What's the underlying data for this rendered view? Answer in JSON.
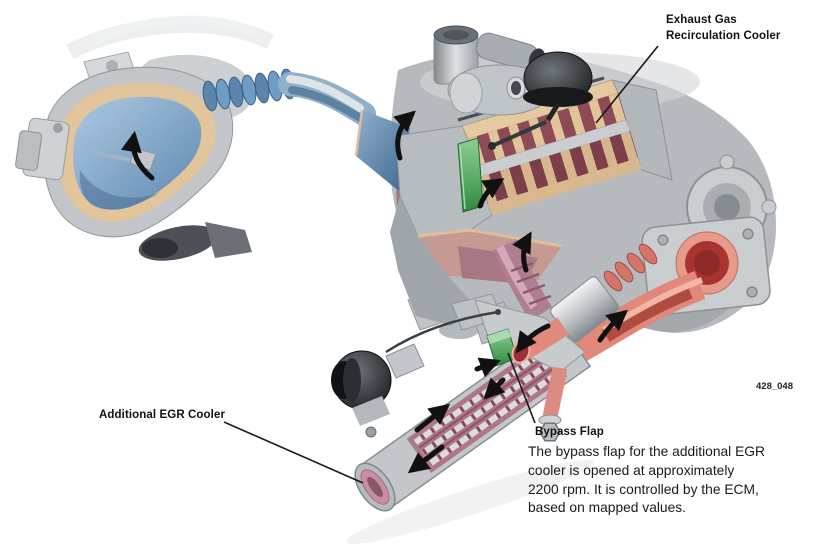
{
  "figure": {
    "ref": "428_048"
  },
  "labels": {
    "egr_cooler_line1": "Exhaust Gas",
    "egr_cooler_line2": "Recirculation Cooler",
    "additional_cooler": "Additional EGR Cooler",
    "bypass_flap": "Bypass Flap"
  },
  "caption": {
    "lines": [
      "The bypass flap for the additional EGR",
      "cooler is opened at approximately",
      "2200 rpm. It is controlled by the ECM,",
      "based on mapped values."
    ]
  },
  "colors": {
    "intake_air_blue": "#6b94bf",
    "hot_exhaust_red": "#df8276",
    "cooled_gas_pink": "#b07e92",
    "bypass_flap_green": "#3f9e4b",
    "metal_grey": "#c3c7cb",
    "cut_edge_tan": "#e3c59c",
    "arrow_black": "#111111"
  }
}
